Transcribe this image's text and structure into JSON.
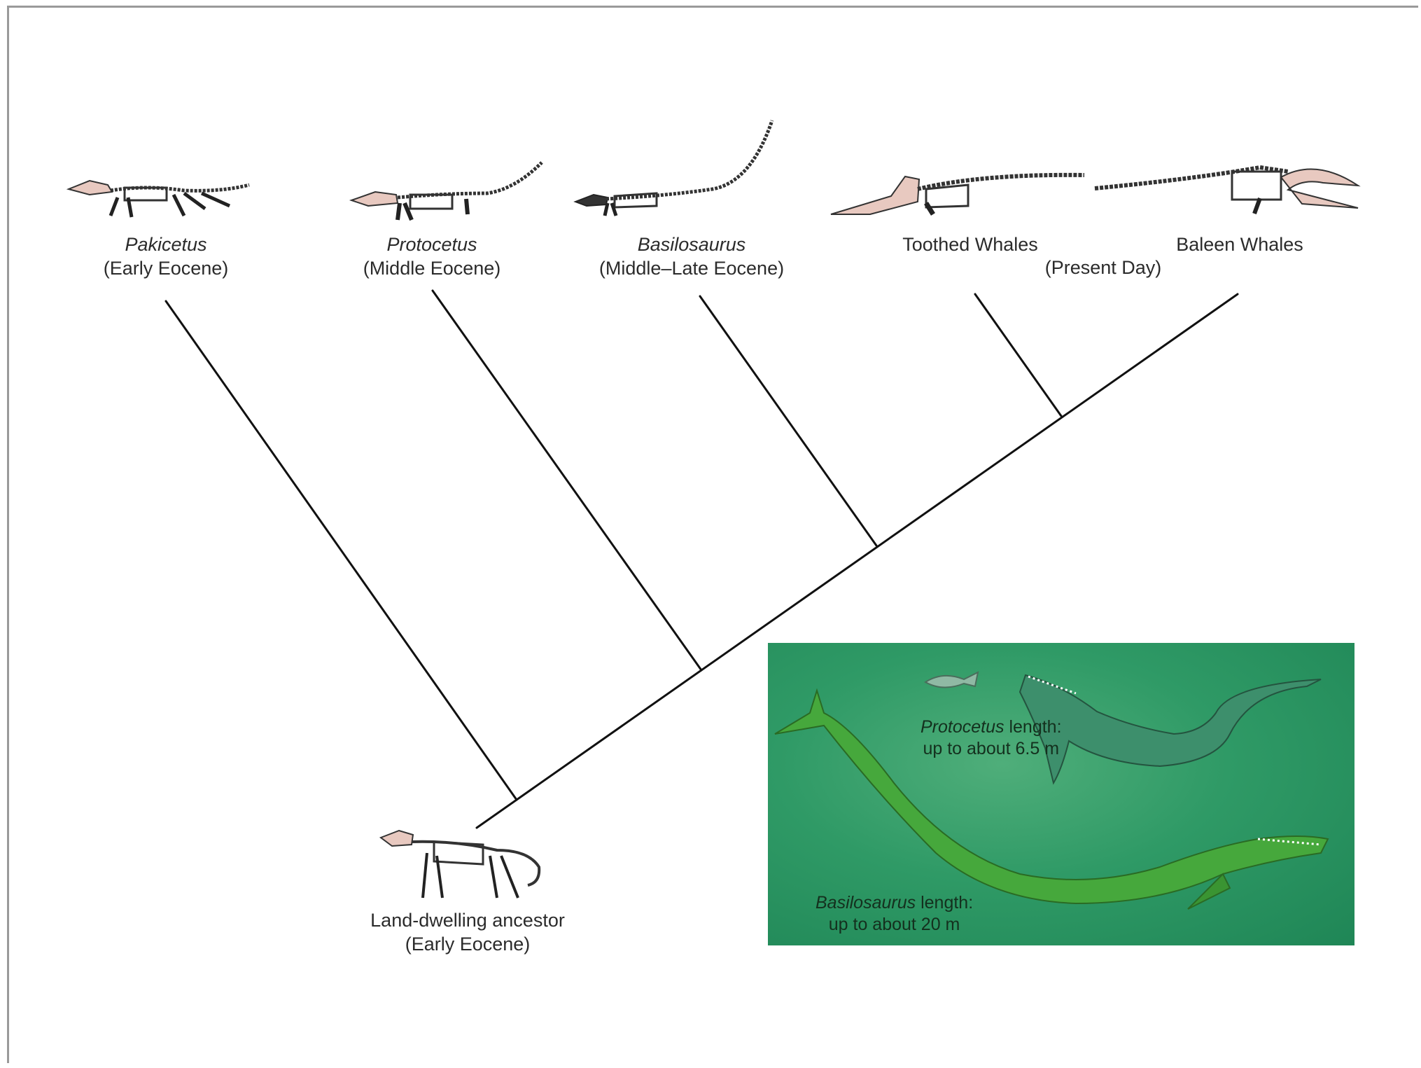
{
  "taxa": {
    "pakicetus": {
      "name": "Pakicetus",
      "period": "(Early Eocene)"
    },
    "protocetus": {
      "name": "Protocetus",
      "period": "(Middle Eocene)"
    },
    "basilosaurus": {
      "name": "Basilosaurus",
      "period": "(Middle–Late Eocene)"
    },
    "toothed": {
      "name": "Toothed Whales"
    },
    "baleen": {
      "name": "Baleen Whales"
    },
    "present": {
      "period": "(Present Day)"
    },
    "ancestor": {
      "name": "Land-dwelling ancestor",
      "period": "(Early Eocene)"
    }
  },
  "inset": {
    "protocetus_caption": {
      "name": "Protocetus",
      "text": " length:",
      "line2": "up to about 6.5 m"
    },
    "basilosaurus_caption": {
      "name": "Basilosaurus",
      "text": " length:",
      "line2": "up to about 20 m"
    }
  },
  "colors": {
    "line": "#111111",
    "water": "#2f9a66",
    "bone": "#e8c9c0"
  }
}
